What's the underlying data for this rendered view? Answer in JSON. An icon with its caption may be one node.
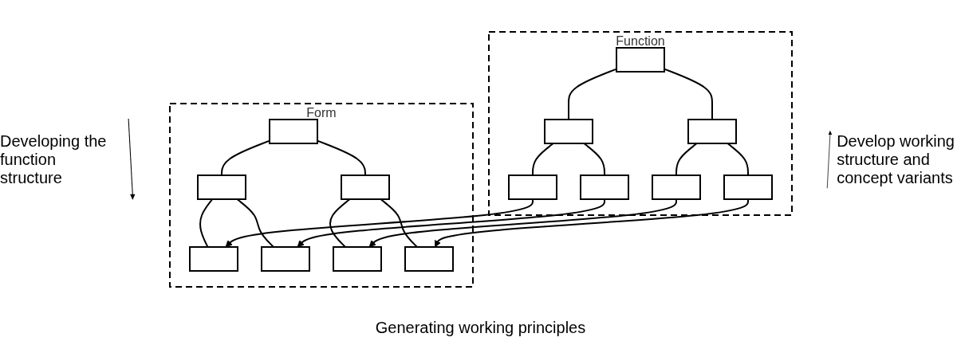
{
  "diagram": {
    "nodes": [
      {
        "text": [
          "Function"
        ]
      },
      {
        "text": [],
        "shape": "box",
        "in": 0
      },
      {
        "text": [],
        "shape": "box",
        "in": 0
      },
      {
        "text": [],
        "shape": "box",
        "in": 0
      },
      {
        "text": [],
        "shape": "box",
        "in": 0
      },
      {
        "text": [],
        "shape": "box",
        "in": 0
      },
      {
        "text": [],
        "shape": "box",
        "in": 0
      },
      {
        "text": [],
        "shape": "box",
        "in": 0
      },
      {
        "text": [
          "Form"
        ]
      },
      {
        "text": [],
        "shape": "box",
        "in": 8
      },
      {
        "text": [],
        "shape": "box",
        "in": 8
      },
      {
        "text": [],
        "shape": "box",
        "in": 8
      },
      {
        "text": [],
        "shape": "box",
        "in": 8
      },
      {
        "text": [],
        "shape": "box",
        "in": 8
      },
      {
        "text": [],
        "shape": "box",
        "in": 8
      },
      {
        "text": [],
        "shape": "box",
        "in": 8
      }
    ],
    "edges": [
      {
        "from": 1,
        "to": 2,
        "arrow": "none"
      },
      {
        "from": 1,
        "to": 3,
        "arrow": "none"
      },
      {
        "from": 2,
        "to": 4,
        "arrow": "none"
      },
      {
        "from": 2,
        "to": 5,
        "arrow": "none"
      },
      {
        "from": 3,
        "to": 6,
        "arrow": "none"
      },
      {
        "from": 3,
        "to": 7,
        "arrow": "none"
      },
      {
        "from": 9,
        "to": 10,
        "arrow": "none"
      },
      {
        "from": 9,
        "to": 11,
        "arrow": "none"
      },
      {
        "from": 10,
        "to": 12,
        "arrow": "none"
      },
      {
        "from": 10,
        "to": 13,
        "arrow": "none"
      },
      {
        "from": 11,
        "to": 14,
        "arrow": "none"
      },
      {
        "from": 11,
        "to": 15,
        "arrow": "none"
      },
      {
        "from": 4,
        "to": 12,
        "arrow": "to"
      },
      {
        "from": 5,
        "to": 13,
        "arrow": "to"
      },
      {
        "from": 6,
        "to": 14,
        "arrow": "to"
      },
      {
        "from": 7,
        "to": 15,
        "arrow": "to"
      }
    ],
    "labels": [
      "Developing the function structure",
      "Develop working structure and concept variants",
      "Generating working principles"
    ]
  }
}
